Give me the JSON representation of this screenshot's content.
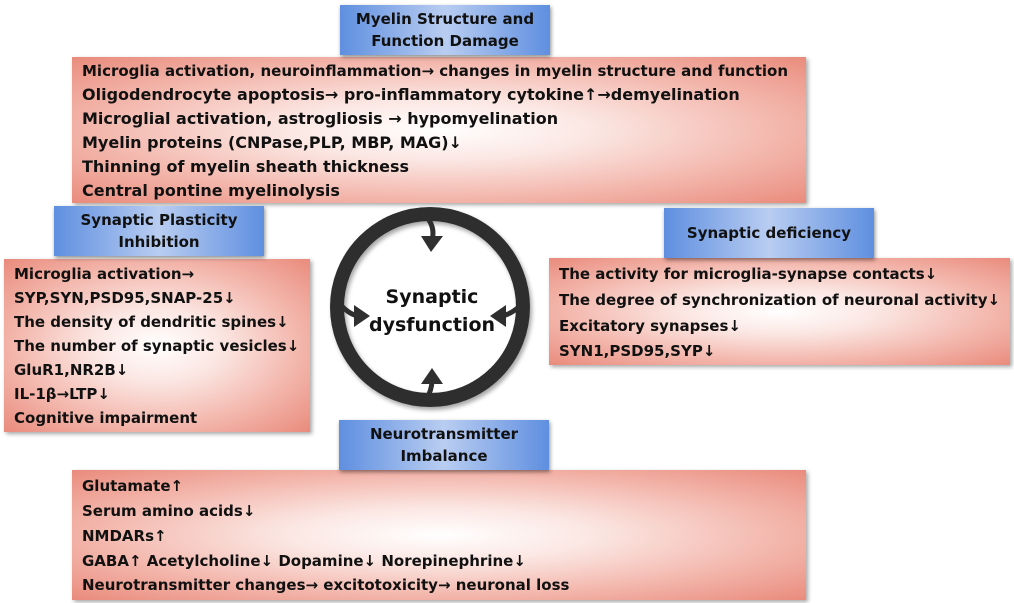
{
  "center": {
    "line1": "Synaptic",
    "line2": "dysfunction"
  },
  "myelin": {
    "header": [
      "Myelin Structure and",
      "Function Damage"
    ],
    "items": [
      "Microglia activation, neuroinflammation→ changes in myelin structure and function",
      "Oligodendrocyte apoptosis→ pro-inflammatory cytokine↑→demyelination",
      "Microglial activation, astrogliosis → hypomyelination",
      "Myelin proteins (CNPase,PLP, MBP, MAG)↓",
      "Thinning of myelin sheath thickness",
      "Central pontine myelinolysis"
    ]
  },
  "plasticity": {
    "header": [
      "Synaptic Plasticity",
      "Inhibition"
    ],
    "items": [
      "Microglia activation→",
      "SYP,SYN,PSD95,SNAP-25↓",
      "The density of dendritic spines↓",
      "The number of synaptic vesicles↓",
      "GluR1,NR2B↓",
      "IL-1β→LTP↓",
      "Cognitive impairment"
    ]
  },
  "deficiency": {
    "header": [
      "Synaptic deficiency"
    ],
    "items": [
      "The activity for microglia-synapse contacts↓",
      "The degree of synchronization of neuronal activity↓",
      "Excitatory synapses↓",
      "SYN1,PSD95,SYP↓"
    ]
  },
  "neuro": {
    "header": [
      "Neurotransmitter",
      "Imbalance"
    ],
    "items": [
      "Glutamate↑",
      "Serum  amino acids↓",
      "NMDARs↑",
      "GABA↑ Acetylcholine↓ Dopamine↓ Norepinephrine↓",
      "Neurotransmitter changes→ excitotoxicity→ neuronal loss"
    ]
  },
  "colors": {
    "header_blue": "#5f8fe0",
    "box_red": "#e98b7c",
    "ring": "#2f2f2f"
  }
}
